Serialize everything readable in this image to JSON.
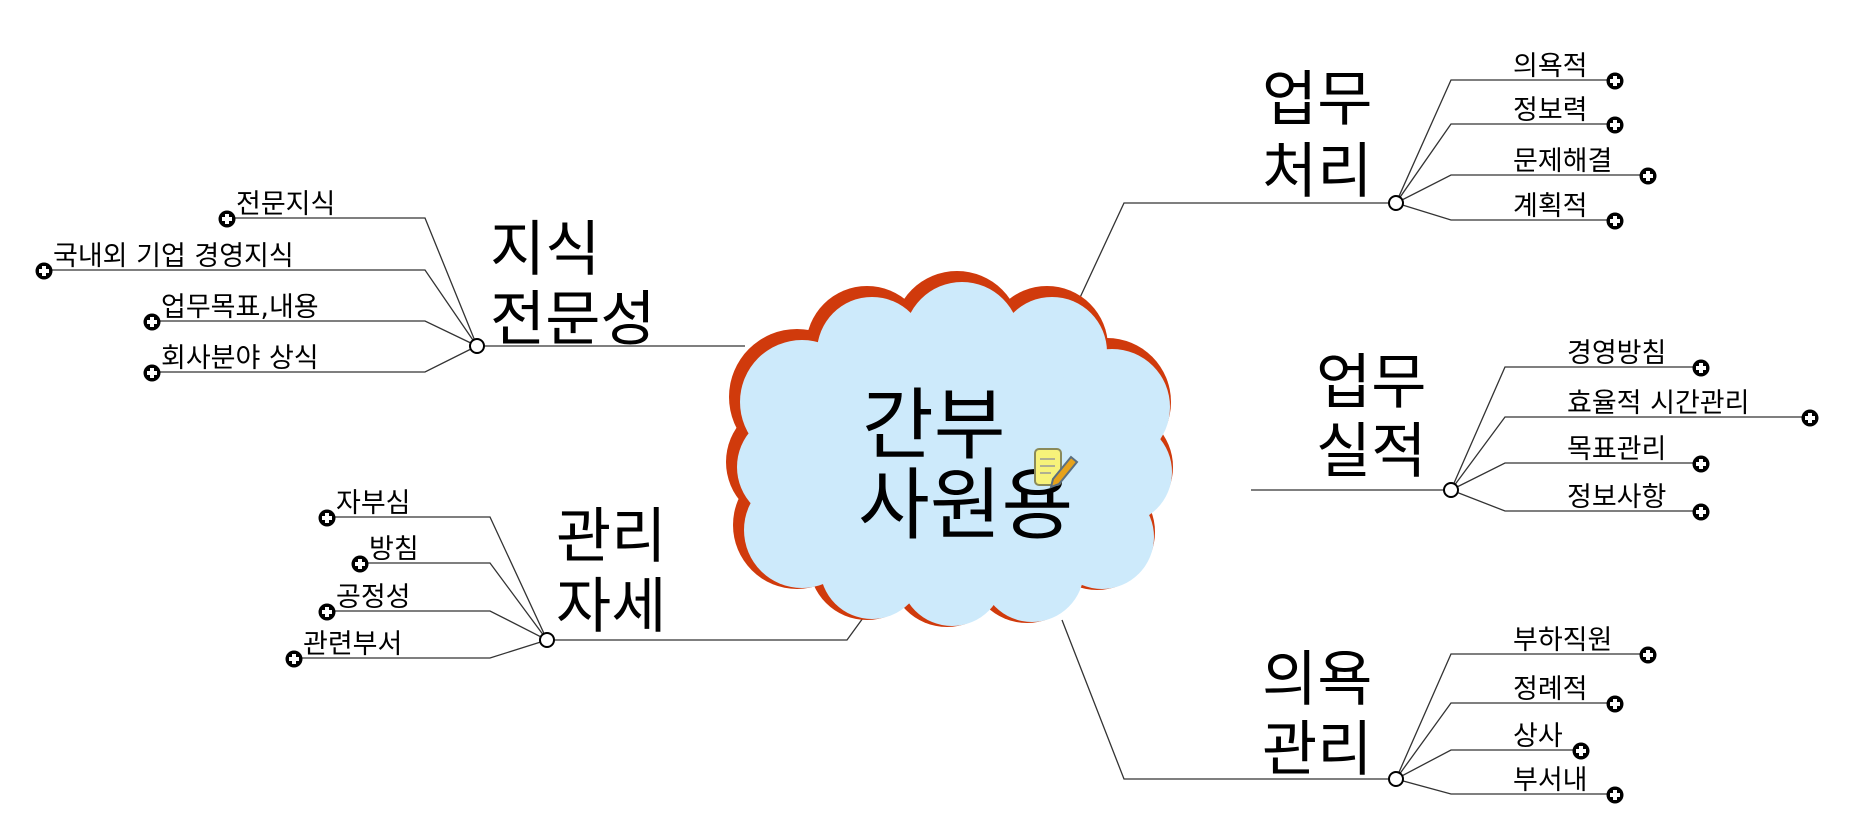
{
  "center": {
    "line1": "간부",
    "line2": "사원용",
    "icon": "note-pencil-icon",
    "fill": "#cdeafb",
    "border": "#d03a0c"
  },
  "branches": [
    {
      "id": "work-processing",
      "line1": "업무",
      "line2": "처리",
      "children": [
        "의욕적",
        "정보력",
        "문제해결",
        "계획적"
      ]
    },
    {
      "id": "work-performance",
      "line1": "업무",
      "line2": "실적",
      "children": [
        "경영방침",
        "효율적 시간관리",
        "목표관리",
        "정보사항"
      ]
    },
    {
      "id": "motivation-management",
      "line1": "의욕",
      "line2": "관리",
      "children": [
        "부하직원",
        "정례적",
        "상사",
        "부서내"
      ]
    },
    {
      "id": "knowledge-expertise",
      "line1": "지식",
      "line2": "전문성",
      "children": [
        "전문지식",
        "국내외 기업 경영지식",
        "업무목표,내용",
        "회사분야 상식"
      ]
    },
    {
      "id": "management-attitude",
      "line1": "관리",
      "line2": "자세",
      "children": [
        "자부심",
        "방침",
        "공정성",
        "관련부서"
      ]
    }
  ]
}
